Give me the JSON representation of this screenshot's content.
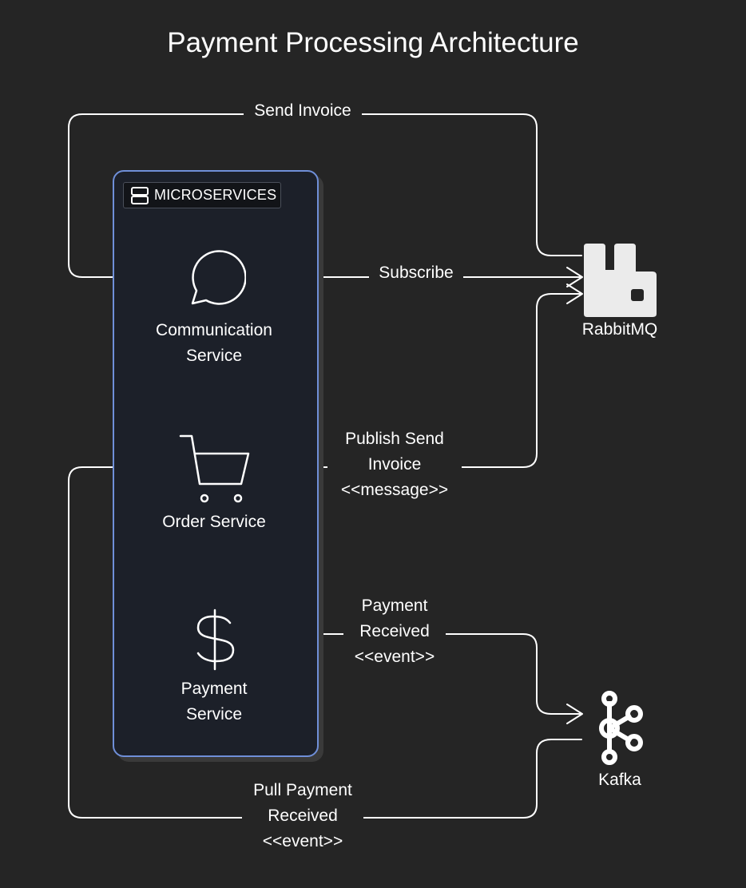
{
  "title": "Payment Processing Architecture",
  "group": {
    "label": "MICROSERVICES",
    "icon": "server-stack-icon",
    "border_color": "#6f8fd8"
  },
  "nodes": {
    "communication": {
      "line1": "Communication",
      "line2": "Service",
      "icon": "chat-bubble-icon"
    },
    "order": {
      "line1": "Order Service",
      "icon": "shopping-cart-icon"
    },
    "payment": {
      "line1": "Payment",
      "line2": "Service",
      "icon": "dollar-sign-icon"
    },
    "rabbitmq": {
      "label": "RabbitMQ",
      "icon": "rabbitmq-icon"
    },
    "kafka": {
      "label": "Kafka",
      "icon": "kafka-icon"
    }
  },
  "edges": {
    "send_invoice": {
      "line1": "Send Invoice"
    },
    "subscribe": {
      "line1": "Subscribe"
    },
    "publish_send_invoice": {
      "line1": "Publish Send",
      "line2": "Invoice",
      "line3": "<<message>>"
    },
    "payment_received": {
      "line1": "Payment",
      "line2": "Received",
      "line3": "<<event>>"
    },
    "pull_payment_received": {
      "line1": "Pull Payment",
      "line2": "Received",
      "line3": "<<event>>"
    }
  },
  "colors": {
    "background": "#252525",
    "line": "#ffffff",
    "group_fill": "#1c2029"
  }
}
